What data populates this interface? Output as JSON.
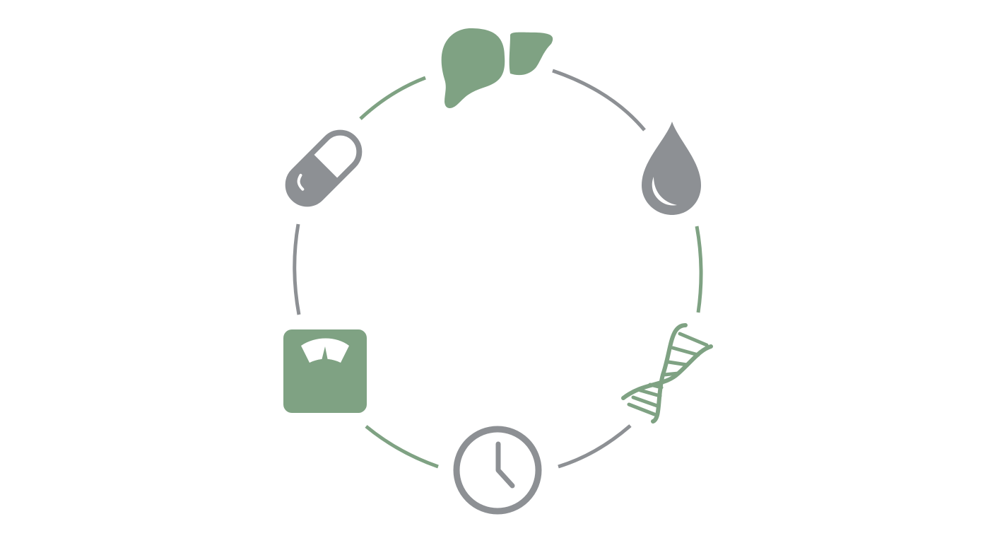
{
  "colors": {
    "green": "#7fa283",
    "gray": "#8d9094",
    "background": "#ffffff"
  },
  "nodes": [
    {
      "id": "liver",
      "icon": "liver-icon",
      "color": "green"
    },
    {
      "id": "blood-drop",
      "icon": "blood-drop-icon",
      "color": "gray"
    },
    {
      "id": "dna",
      "icon": "dna-icon",
      "color": "green"
    },
    {
      "id": "clock",
      "icon": "clock-icon",
      "color": "gray"
    },
    {
      "id": "weight-scale",
      "icon": "weight-scale-icon",
      "color": "green"
    },
    {
      "id": "pill",
      "icon": "pill-capsule-icon",
      "color": "gray"
    }
  ],
  "connectors": [
    {
      "from": "liver",
      "to": "blood-drop",
      "color": "gray"
    },
    {
      "from": "blood-drop",
      "to": "dna",
      "color": "green"
    },
    {
      "from": "dna",
      "to": "clock",
      "color": "gray"
    },
    {
      "from": "clock",
      "to": "weight-scale",
      "color": "green"
    },
    {
      "from": "weight-scale",
      "to": "pill",
      "color": "gray"
    },
    {
      "from": "pill",
      "to": "liver",
      "color": "green"
    }
  ]
}
